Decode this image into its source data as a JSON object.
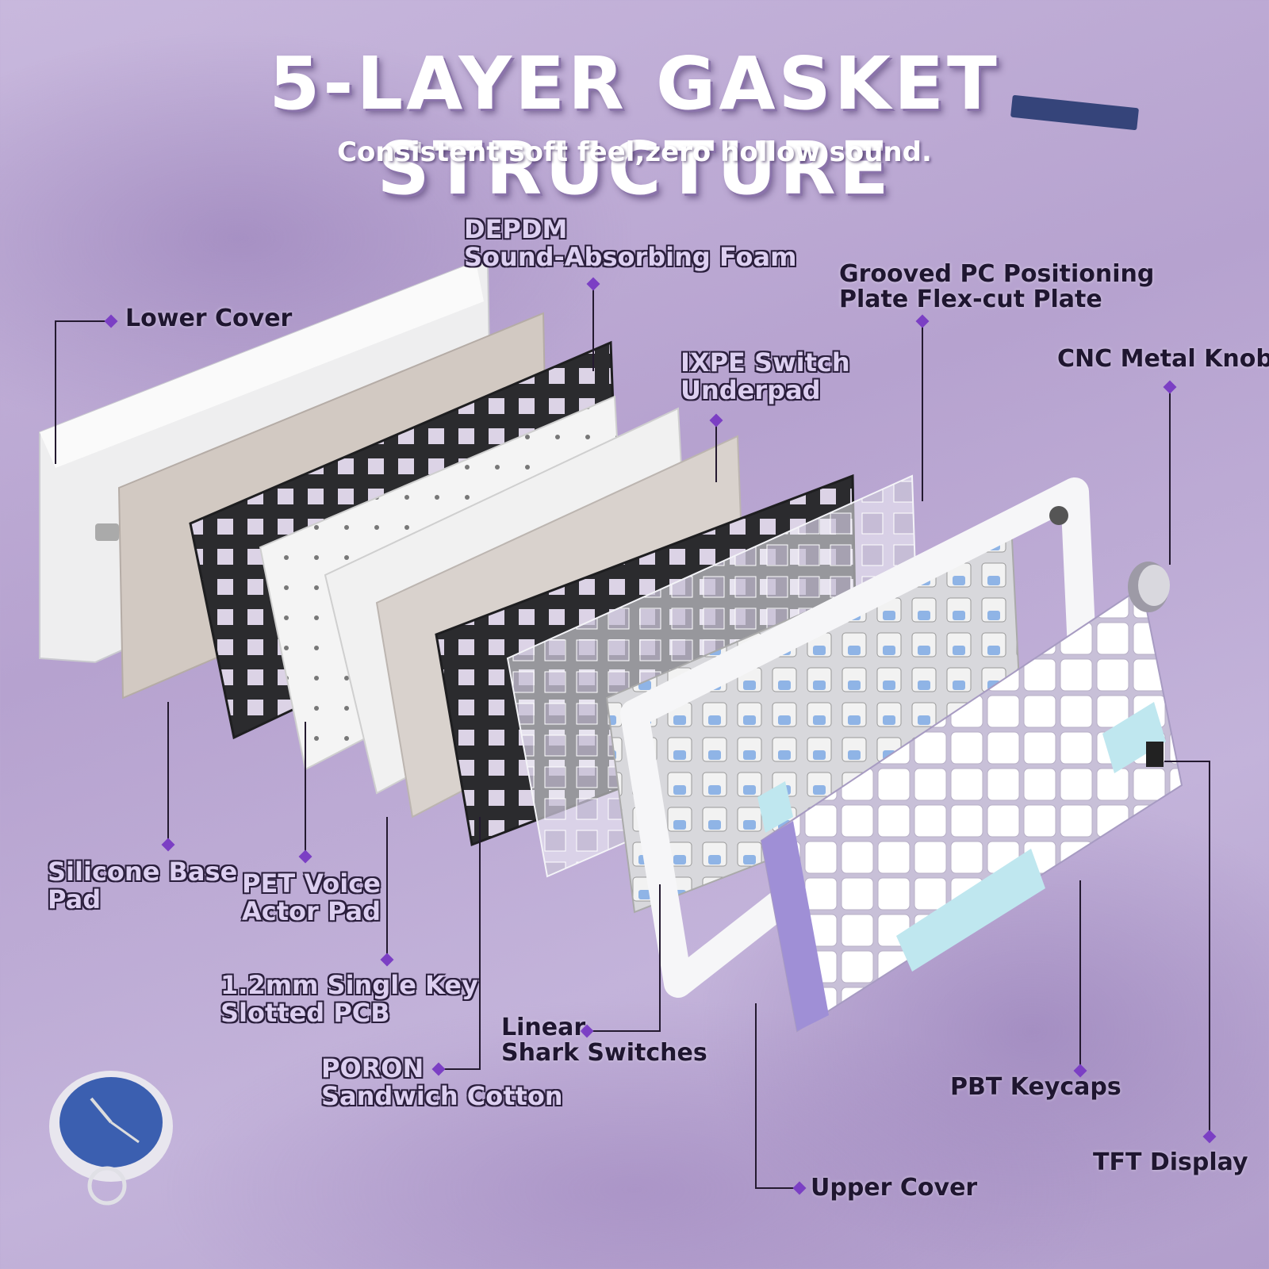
{
  "header": {
    "title": "5-LAYER GASKET STRUCTURE",
    "subtitle": "Consistent soft feel,zero hollow sound."
  },
  "labels": {
    "lower_cover": "Lower Cover",
    "depdm_1": "DEPDM",
    "depdm_2": "Sound-Absorbing Foam",
    "grooved_1": "Grooved PC Positioning",
    "grooved_2": "Plate Flex-cut Plate",
    "ixpe_1": "IXPE Switch",
    "ixpe_2": "Underpad",
    "cnc_knob": "CNC Metal Knob",
    "silicone_1": "Silicone Base",
    "silicone_2": "Pad",
    "pet_1": "PET Voice",
    "pet_2": "Actor Pad",
    "pcb_1": "1.2mm Single Key",
    "pcb_2": "Slotted PCB",
    "poron_1": "PORON",
    "poron_2": "Sandwich Cotton",
    "linear_1": "Linear",
    "linear_2": "Shark Switches",
    "pbt_keycaps": "PBT Keycaps",
    "tft_display": "TFT Display",
    "upper_cover": "Upper Cover"
  },
  "colors": {
    "marker": "#7b3fc4",
    "leader": "#241a30",
    "background": "#bfaed6"
  }
}
